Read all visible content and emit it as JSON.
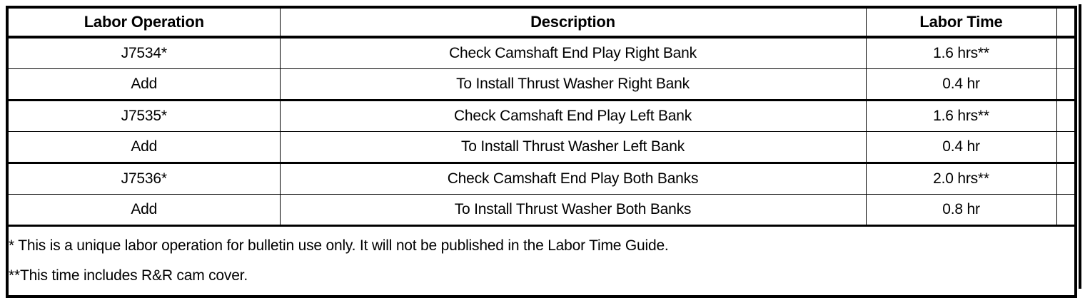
{
  "table": {
    "columns": [
      {
        "key": "labor_operation",
        "label": "Labor Operation"
      },
      {
        "key": "description",
        "label": "Description"
      },
      {
        "key": "labor_time",
        "label": "Labor Time"
      },
      {
        "key": "spacer",
        "label": ""
      }
    ],
    "rows": [
      {
        "labor_operation": "J7534*",
        "description": "Check Camshaft End Play Right Bank",
        "labor_time": "1.6 hrs**"
      },
      {
        "labor_operation": "Add",
        "description": "To Install Thrust Washer Right Bank",
        "labor_time": "0.4 hr"
      },
      {
        "labor_operation": "J7535*",
        "description": "Check Camshaft End Play Left Bank",
        "labor_time": "1.6 hrs**"
      },
      {
        "labor_operation": "Add",
        "description": "To Install Thrust Washer Left Bank",
        "labor_time": "0.4 hr"
      },
      {
        "labor_operation": "J7536*",
        "description": "Check Camshaft End Play Both Banks",
        "labor_time": "2.0 hrs**"
      },
      {
        "labor_operation": "Add",
        "description": "To Install Thrust Washer Both Banks",
        "labor_time": "0.8 hr"
      }
    ],
    "notes": [
      "* This is a unique labor operation for bulletin use only. It will not be published in the Labor Time Guide.",
      "**This time includes R&R cam cover."
    ]
  },
  "style": {
    "border_color": "#000000",
    "text_color": "#000000",
    "background": "#ffffff"
  }
}
